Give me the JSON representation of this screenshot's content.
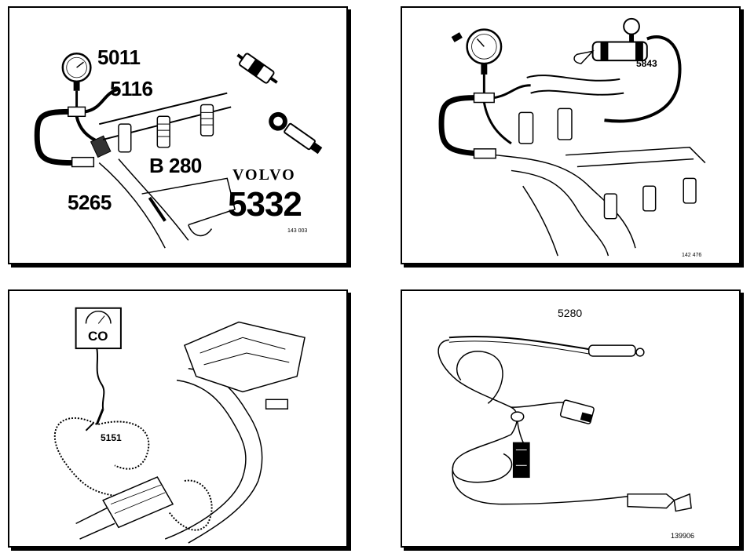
{
  "panels": [
    {
      "id": "fuel-pressure-test",
      "labels": {
        "gauge": "5011",
        "adapter": "5116",
        "hose": "5265",
        "engine": "B 280",
        "brand": "VOLVO",
        "model": "5332",
        "code": "143 003"
      }
    },
    {
      "id": "fuel-rail-pressure",
      "labels": {
        "tool": "5843",
        "code": "142 476"
      }
    },
    {
      "id": "co-measurement",
      "labels": {
        "meter": "CO",
        "probe": "5151"
      }
    },
    {
      "id": "cable-tool",
      "labels": {
        "tool": "5280",
        "code": "139906"
      }
    }
  ],
  "colors": {
    "ink": "#000000",
    "paper": "#ffffff"
  }
}
